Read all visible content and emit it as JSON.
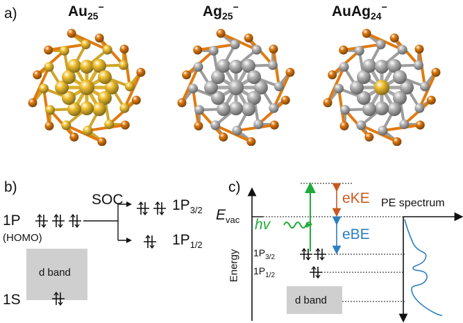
{
  "panel_a": {
    "label": "a)",
    "clusters": [
      {
        "base": "Au",
        "sub": "25",
        "sup": "−",
        "core_color": "#f2c230",
        "ligand_color": "#f2c230",
        "center_color": "#f2c230"
      },
      {
        "base": "Ag",
        "sub": "25",
        "sup": "−",
        "core_color": "#b8b8b8",
        "ligand_color": "#b8b8b8",
        "center_color": "#b8b8b8"
      },
      {
        "base": "AuAg",
        "sub": "24",
        "sup": "−",
        "core_color": "#b8b8b8",
        "ligand_color": "#b8b8b8",
        "center_color": "#f2c230"
      }
    ],
    "sulfur_color": "#e07a10"
  },
  "panel_b": {
    "label": "b)",
    "level_1p": "1P",
    "homo": "(HOMO)",
    "soc": "SOC",
    "p32_base": "1P",
    "p32_sub": "3/2",
    "p12_base": "1P",
    "p12_sub": "1/2",
    "dband": "d band",
    "level_1s": "1S"
  },
  "panel_c": {
    "label": "c)",
    "energy": "Energy",
    "evac_base": "E",
    "evac_sub": "vac",
    "hv": "hv",
    "eke": "eKE",
    "ebe": "eBE",
    "p32_base": "1P",
    "p32_sub": "3/2",
    "p12_base": "1P",
    "p12_sub": "1/2",
    "dband": "d band",
    "spectrum": "PE spectrum",
    "colors": {
      "eke": "#c85a1e",
      "ebe": "#2b7fc0",
      "photon": "#1faa3a",
      "spectrum": "#2b7fc0"
    }
  }
}
